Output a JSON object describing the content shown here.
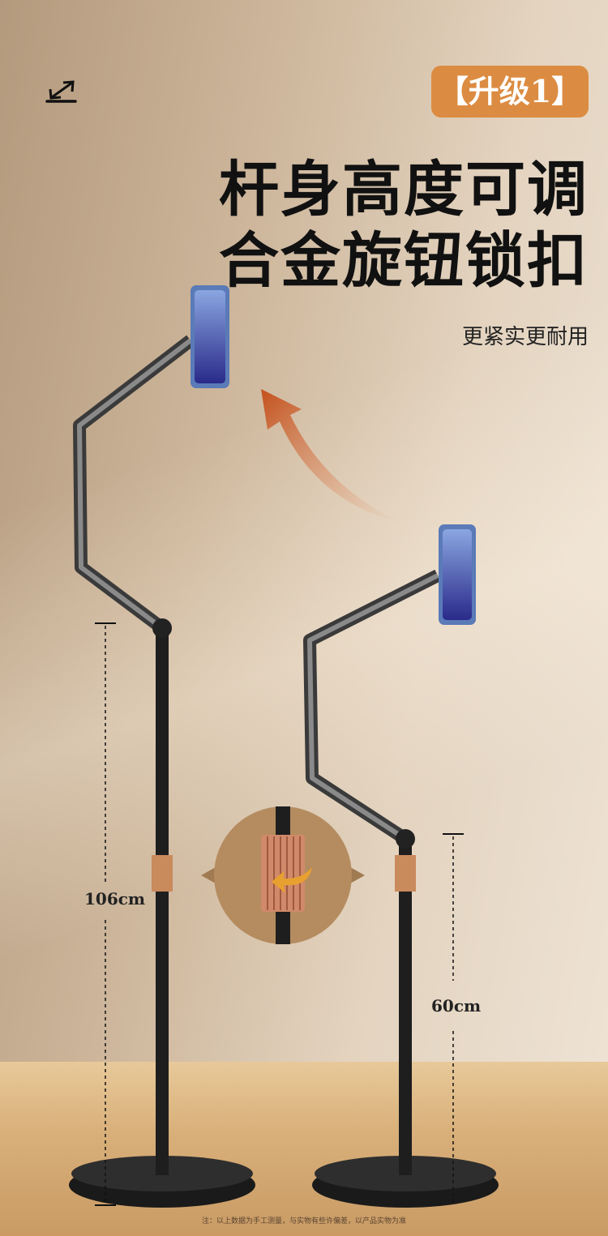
{
  "badge": {
    "label": "【升级1】"
  },
  "headline": {
    "line1": "杆身高度可调",
    "line2": "合金旋钮锁扣"
  },
  "subtitle": "更紧实更耐用",
  "dimensions": {
    "tall": "106cm",
    "short": "60cm"
  },
  "footnote": "注：以上数据为手工测量，与实物有些许偏差，以产品实物为准",
  "colors": {
    "accent": "#dc8c42",
    "copper": "#c98a5c",
    "pole": "#1e1e1e"
  }
}
